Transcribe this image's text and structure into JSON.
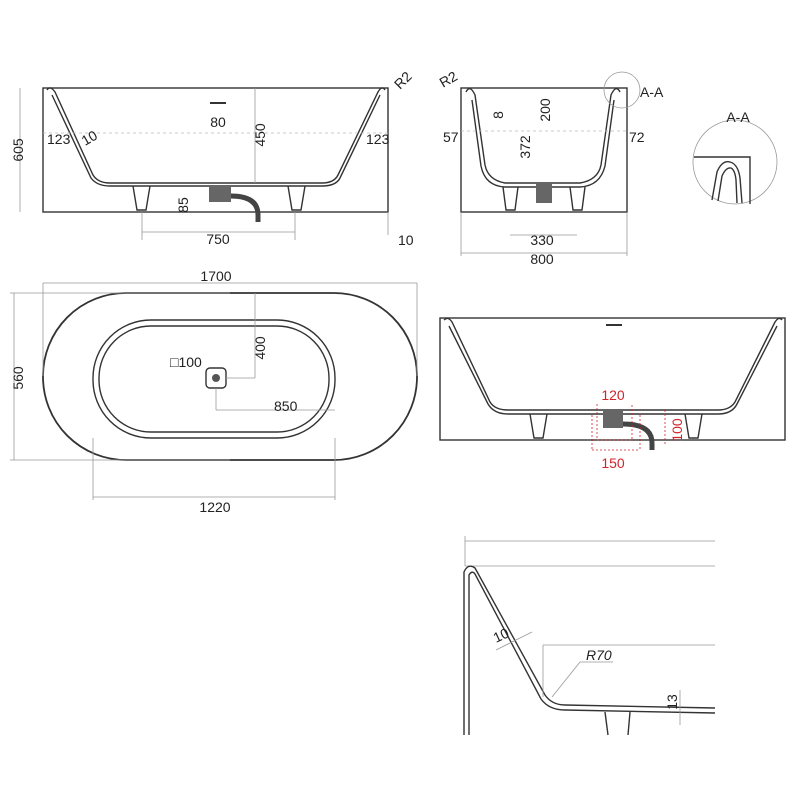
{
  "front_view": {
    "height": "605",
    "rim_width_left": "123",
    "wall": "10",
    "overflow": "80",
    "depth": "450",
    "rim_width_right": "123",
    "radius": "R2",
    "drain_height": "85",
    "leg_spacing": "750",
    "base_offset": "10"
  },
  "side_view": {
    "radius": "R2",
    "section_label": "A-A",
    "wall": "8",
    "overflow_depth": "200",
    "left_rim": "57",
    "depth": "372",
    "right_rim": "72",
    "leg_spacing": "330",
    "width": "800"
  },
  "detail_aa": {
    "title": "A-A"
  },
  "top_view": {
    "length": "1700",
    "width": "560",
    "drain_offset_y": "400",
    "drain_size": "□100",
    "drain_offset_x": "850",
    "inner_length": "1220"
  },
  "front_view_drain": {
    "drain_width": "120",
    "drain_height": "100",
    "clearance_width": "150"
  },
  "section_detail": {
    "wall": "10",
    "radius": "R70",
    "bottom": "13"
  },
  "colors": {
    "line": "#333333",
    "dimension_red": "#d0252b"
  }
}
